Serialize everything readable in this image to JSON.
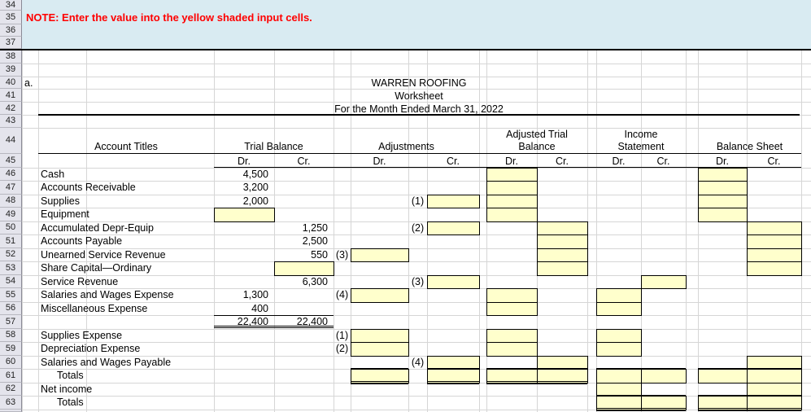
{
  "note": {
    "text": "NOTE: Enter the value into the yellow shaded input cells."
  },
  "section_marker": "a.",
  "title": {
    "company": "WARREN ROOFING",
    "document": "Worksheet",
    "period": "For the Month Ended March 31, 2022"
  },
  "row_numbers": [
    "34",
    "35",
    "36",
    "37",
    "38",
    "39",
    "40",
    "41",
    "42",
    "43",
    "44",
    "45",
    "46",
    "47",
    "48",
    "49",
    "50",
    "51",
    "52",
    "53",
    "54",
    "55",
    "56",
    "57",
    "58",
    "59",
    "60",
    "61",
    "62",
    "63"
  ],
  "columns": {
    "account_titles": "Account Titles",
    "trial_balance": "Trial Balance",
    "adjustments": "Adjustments",
    "adjusted_trial_balance": "Adjusted Trial\nBalance",
    "income_statement": "Income\nStatement",
    "balance_sheet": "Balance Sheet",
    "dr": "Dr.",
    "cr": "Cr."
  },
  "rows": [
    {
      "n": 46,
      "account": "Cash",
      "tb_dr": "4,500",
      "yellow": [
        "atb_dr",
        "bs_dr"
      ]
    },
    {
      "n": 47,
      "account": "Accounts Receivable",
      "tb_dr": "3,200",
      "yellow": [
        "atb_dr",
        "bs_dr"
      ]
    },
    {
      "n": 48,
      "account": "Supplies",
      "tb_dr": "2,000",
      "labels": {
        "adj_cr": "(1)"
      },
      "yellow": [
        "adj_cr",
        "atb_dr",
        "bs_dr"
      ]
    },
    {
      "n": 49,
      "account": "Equipment",
      "yellow": [
        "tb_dr",
        "atb_dr",
        "bs_dr"
      ]
    },
    {
      "n": 50,
      "account": "Accumulated Depr-Equip",
      "tb_cr": "1,250",
      "labels": {
        "adj_cr": "(2)"
      },
      "yellow": [
        "adj_cr",
        "atb_cr",
        "bs_cr"
      ]
    },
    {
      "n": 51,
      "account": "Accounts Payable",
      "tb_cr": "2,500",
      "yellow": [
        "atb_cr",
        "bs_cr"
      ]
    },
    {
      "n": 52,
      "account": "Unearned Service Revenue",
      "tb_cr": "550",
      "labels": {
        "adj_dr": "(3)"
      },
      "yellow": [
        "adj_dr",
        "atb_cr",
        "bs_cr"
      ]
    },
    {
      "n": 53,
      "account": "Share Capital—Ordinary",
      "yellow": [
        "tb_cr",
        "atb_cr",
        "bs_cr"
      ]
    },
    {
      "n": 54,
      "account": "Service Revenue",
      "tb_cr": "6,300",
      "labels": {
        "adj_cr": "(3)"
      },
      "yellow": [
        "adj_cr",
        "is_cr"
      ]
    },
    {
      "n": 55,
      "account": "Salaries and Wages Expense",
      "tb_dr": "1,300",
      "labels": {
        "adj_dr": "(4)"
      },
      "yellow": [
        "adj_dr",
        "atb_dr",
        "is_dr"
      ]
    },
    {
      "n": 56,
      "account": "Miscellaneous Expense",
      "tb_dr": "400",
      "yellow": [
        "atb_dr",
        "is_dr"
      ]
    },
    {
      "n": 57,
      "account": "",
      "tb_dr": "22,400",
      "tb_cr": "22,400"
    },
    {
      "n": 58,
      "account": "Supplies Expense",
      "labels": {
        "adj_dr": "(1)"
      },
      "yellow": [
        "adj_dr",
        "atb_dr",
        "is_dr"
      ]
    },
    {
      "n": 59,
      "account": "Depreciation Expense",
      "labels": {
        "adj_dr": "(2)"
      },
      "yellow": [
        "adj_dr",
        "atb_dr",
        "is_dr"
      ]
    },
    {
      "n": 60,
      "account": "Salaries and Wages Payable",
      "labels": {
        "adj_cr": "(4)"
      },
      "yellow": [
        "adj_cr",
        "atb_cr",
        "bs_cr"
      ]
    },
    {
      "n": 61,
      "account": "Totals",
      "indent": true,
      "yellow": [
        "adj_dr",
        "adj_cr",
        "atb_dr",
        "atb_cr",
        "is_dr",
        "is_cr",
        "bs_dr",
        "bs_cr"
      ]
    },
    {
      "n": 62,
      "account": "Net income",
      "yellow": [
        "is_dr",
        "bs_cr"
      ]
    },
    {
      "n": 63,
      "account": "Totals",
      "indent": true,
      "yellow": [
        "is_dr",
        "is_cr",
        "bs_dr",
        "bs_cr"
      ]
    }
  ],
  "colors": {
    "input_cell_bg": "#FFFFCC",
    "note_bg": "#D9EBF2",
    "note_text": "#FF0000"
  }
}
